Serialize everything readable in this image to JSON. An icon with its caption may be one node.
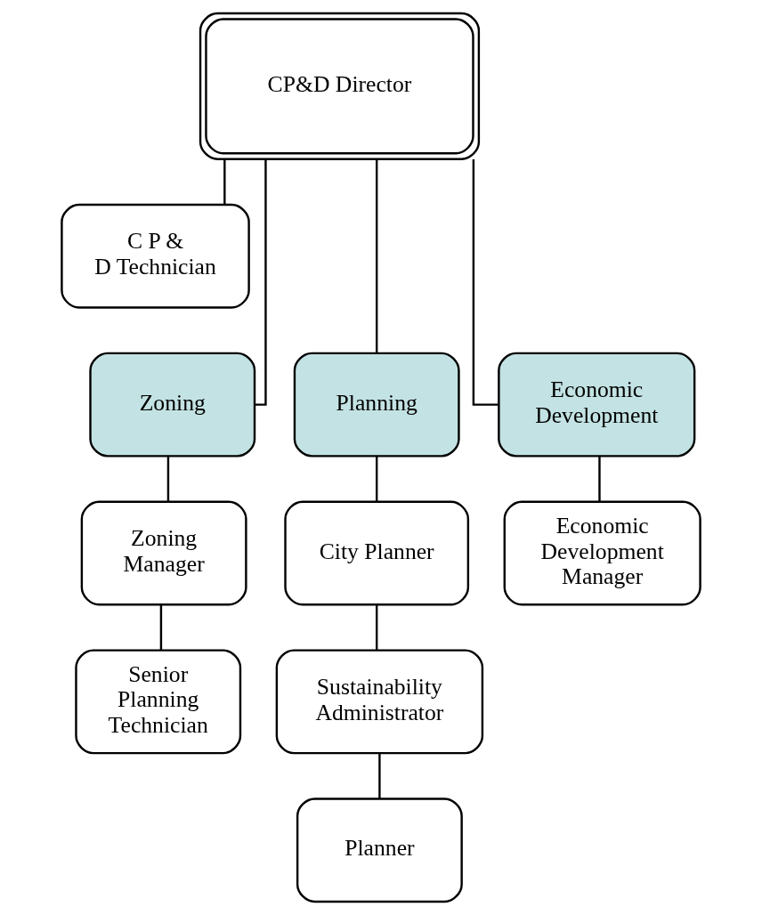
{
  "diagram": {
    "nodes": [
      {
        "text": [
          "CP&D Director"
        ]
      },
      {
        "text": [
          "C P & D Technician"
        ]
      },
      {
        "text": [
          "Zoning"
        ]
      },
      {
        "text": [
          "Planning"
        ]
      },
      {
        "text": [
          "Economic Development"
        ]
      },
      {
        "text": [
          "Zoning Manager"
        ]
      },
      {
        "text": [
          "Senior Planning Technician"
        ]
      },
      {
        "text": [
          "City Planner"
        ]
      },
      {
        "text": [
          "Sustainability Administrator"
        ]
      },
      {
        "text": [
          "Planner"
        ]
      },
      {
        "text": [
          "Economic Development Manager"
        ]
      }
    ],
    "edges": [
      {
        "from": 0,
        "to": 1,
        "arrow": "none"
      },
      {
        "from": 0,
        "to": 2,
        "arrow": "none"
      },
      {
        "from": 0,
        "to": 3,
        "arrow": "none"
      },
      {
        "from": 0,
        "to": 4,
        "arrow": "none"
      },
      {
        "from": 2,
        "to": 5,
        "arrow": "none"
      },
      {
        "from": 5,
        "to": 6,
        "arrow": "none"
      },
      {
        "from": 3,
        "to": 7,
        "arrow": "none"
      },
      {
        "from": 7,
        "to": 8,
        "arrow": "none"
      },
      {
        "from": 8,
        "to": 9,
        "arrow": "none"
      },
      {
        "from": 4,
        "to": 10,
        "arrow": "none"
      }
    ]
  }
}
